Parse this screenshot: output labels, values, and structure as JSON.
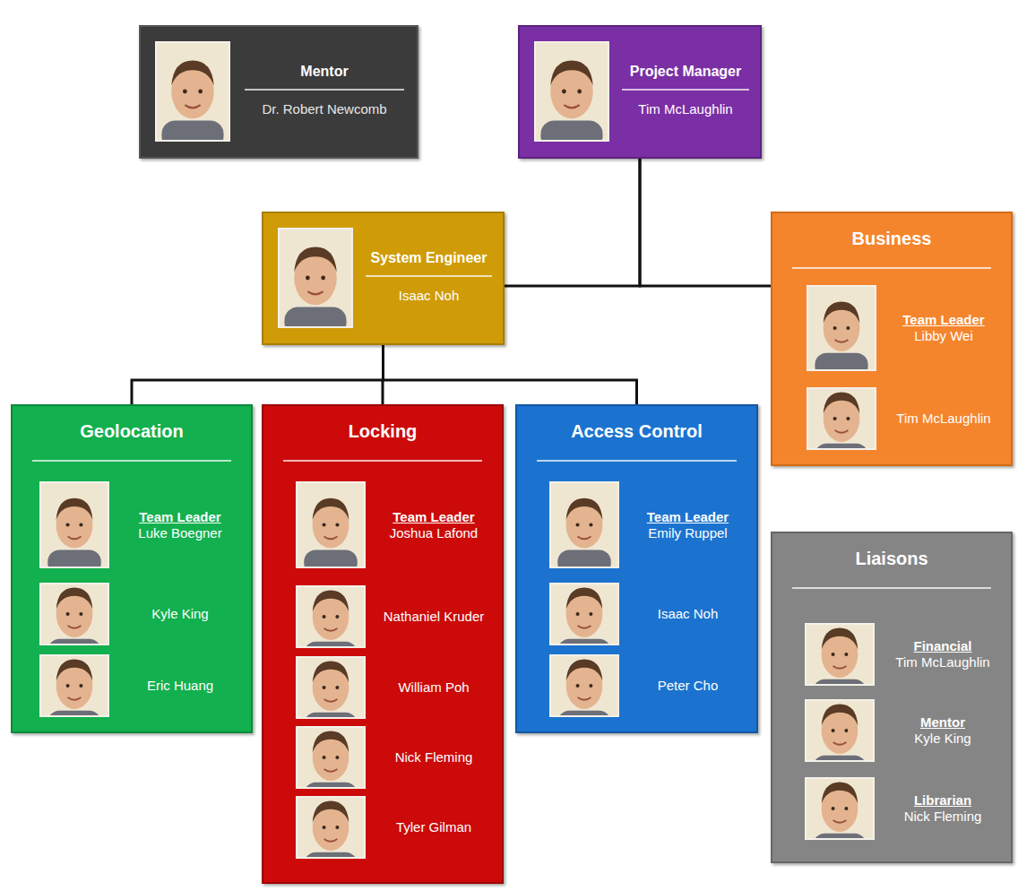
{
  "diagram": {
    "nodes": [
      {
        "text": [
          "Mentor",
          "Dr. Robert Newcomb"
        ]
      },
      {
        "text": [
          "Project Manager",
          "Tim McLaughlin"
        ]
      },
      {
        "text": [
          "System Engineer",
          "Isaac Noh"
        ]
      },
      {
        "text": [
          "Business",
          "Team Leader",
          "Libby Wei",
          "Tim McLaughlin"
        ]
      },
      {
        "text": [
          "Geolocation",
          "Team Leader",
          "Luke Boegner",
          "Kyle King",
          "Eric Huang"
        ]
      },
      {
        "text": [
          "Locking",
          "Team Leader",
          "Joshua Lafond",
          "Nathaniel Kruder",
          "William Poh",
          "Nick Fleming",
          "Tyler Gilman"
        ]
      },
      {
        "text": [
          "Access Control",
          "Team Leader",
          "Emily Ruppel",
          "Isaac Noh",
          "Peter Cho"
        ]
      },
      {
        "text": [
          "Liaisons",
          "Financial",
          "Tim McLaughlin",
          "Mentor",
          "Kyle King",
          "Librarian",
          "Nick Fleming"
        ]
      }
    ],
    "edges": [
      {
        "from": 1,
        "to": 2,
        "arrow": "none"
      },
      {
        "from": 1,
        "to": 3,
        "arrow": "none"
      },
      {
        "from": 2,
        "to": 4,
        "arrow": "none"
      },
      {
        "from": 2,
        "to": 5,
        "arrow": "none"
      },
      {
        "from": 2,
        "to": 6,
        "arrow": "none"
      }
    ]
  }
}
